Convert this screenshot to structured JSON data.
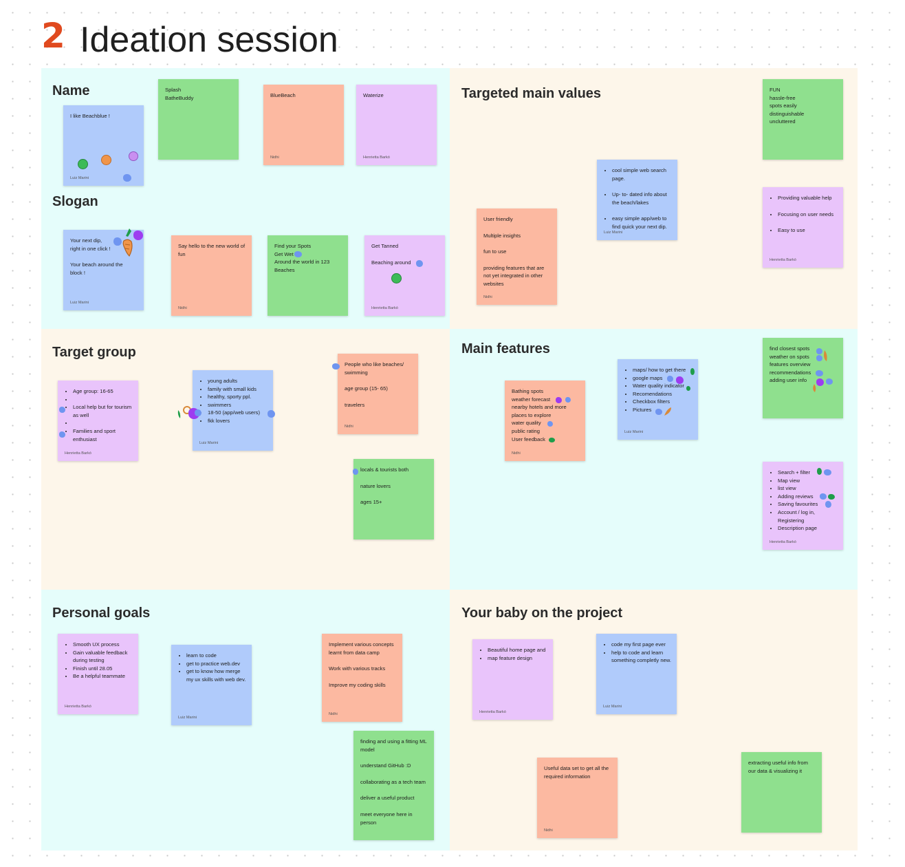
{
  "header": {
    "number": "2",
    "title": "Ideation session"
  },
  "sections": {
    "name": "Name",
    "slogan": "Slogan",
    "targeted_values": "Targeted main values",
    "target_group": "Target group",
    "main_features": "Main features",
    "personal_goals": "Personal goals",
    "baby": "Your baby on the project"
  },
  "stickies": {
    "name_beachblue": {
      "text": "I like Beachblue !",
      "author": "Luiz Marini"
    },
    "name_splash": {
      "lines": [
        "Splash",
        "BatheBuddy"
      ]
    },
    "name_bluebeach": {
      "text": "BlueBeach",
      "author": "Nidhi"
    },
    "name_waterize": {
      "text": "Waterize",
      "author": "Henrietta Barkó"
    },
    "slogan_dip": {
      "p1a": "Your next dip,",
      "p1b": "right in one click !",
      "p2": "Your beach around the block !",
      "author": "Luiz Marini"
    },
    "slogan_hello": {
      "text": "Say hello to the new world of fun",
      "author": "Nidhi"
    },
    "slogan_spots": {
      "lines": [
        "Find your Spots",
        "Get Wet",
        "Around the world in 123 Beaches"
      ]
    },
    "slogan_tanned": {
      "p1": "Get Tanned",
      "p2": "Beaching around",
      "author": "Henrietta Barkó"
    },
    "values_fun": {
      "lines": [
        "FUN",
        "hassle-free",
        "spots easily distinguishable",
        "uncluttered"
      ]
    },
    "values_web": {
      "items": [
        "cool simple web search page.",
        "Up- to- dated info about the beach/lakes",
        "easy simple app/web to find quick your next dip."
      ],
      "author": "Luiz Marini"
    },
    "values_friendly": {
      "paras": [
        "User friendly",
        "Multiple insights",
        "fun to use",
        "providing features that are not yet integrated in other websites"
      ],
      "author": "Nidhi"
    },
    "values_help": {
      "items": [
        "Providing valuable help",
        "Focusing on user needs",
        "Easy to use"
      ],
      "author": "Henrietta Barkó"
    },
    "tg_age": {
      "items": [
        "Age group: 16-65",
        "",
        "Local help but for tourism as well",
        "",
        "Families and sport enthusiast"
      ],
      "author": "Henrietta Barkó"
    },
    "tg_adults": {
      "items": [
        "young adults",
        "family with small kids",
        "healthy, sporty ppl.",
        "swimmers",
        "18-50  (app/web users)",
        "fkk lovers"
      ],
      "author": "Luiz Marini"
    },
    "tg_beaches": {
      "paras": [
        "People who like beaches/ swimming",
        "age group (15- 65)",
        "travelers"
      ],
      "author": "Nidhi"
    },
    "tg_locals": {
      "paras": [
        "locals & tourists both",
        "nature lovers",
        "ages 15+"
      ]
    },
    "mf_bathing": {
      "lines": [
        "Bathing spots",
        "weather forecast",
        "nearby hotels and more places to explore",
        "water quality",
        "public rating",
        "User feedback"
      ],
      "author": "Nidhi"
    },
    "mf_maps": {
      "items": [
        "maps/ how to get there",
        "google maps",
        "Water quality indicator",
        "Recomendations",
        "Checkbox filters",
        "Pictures"
      ],
      "author": "Luiz Marini"
    },
    "mf_closest": {
      "lines": [
        "find closest spots",
        "weather on spots",
        "features  overview",
        "recommendations",
        "adding user info"
      ]
    },
    "mf_search": {
      "items": [
        "Search + filter",
        "Map view",
        "list view",
        "Adding reviews",
        "Saving favourites",
        "Account / log in, Registering",
        "Description page"
      ],
      "author": "Henrietta Barkó"
    },
    "pg_ux": {
      "items": [
        "Smooth UX process",
        "Gain valuable feedback during testing",
        "Finish until 28.05",
        "Be a helpful teammate"
      ],
      "author": "Henrietta Barkó"
    },
    "pg_code": {
      "items": [
        "learn to code",
        "get to practice web.dev",
        "get to know how merge my ux skills with web dev."
      ],
      "author": "Luiz Marini"
    },
    "pg_implement": {
      "paras": [
        "Implement various concepts learnt from data camp",
        "Work with various tracks",
        "Improve my coding skills"
      ],
      "author": "Nidhi"
    },
    "pg_ml": {
      "paras": [
        "finding and using a fitting ML model",
        "understand GitHub :D",
        "collaborating as a tech team",
        "deliver a useful product",
        "meet everyone here in person"
      ]
    },
    "baby_home": {
      "items": [
        "Beautiful home page and",
        "map feature design"
      ],
      "author": "Henrietta Barkó"
    },
    "baby_first": {
      "items": [
        "code my first page ever",
        "help to code and learn something completly new."
      ],
      "author": "Luiz Marini"
    },
    "baby_data": {
      "text": "Useful data set to get all the required information",
      "author": "Nidhi"
    },
    "baby_extract": {
      "text": "extracting useful info from our data & visualizing it"
    }
  },
  "colors": {
    "accent_number": "#e04a1f",
    "cyan_section": "#e5fdfb",
    "cream_section": "#fdf6ea",
    "sticky_green": "#8fe08e",
    "sticky_salmon": "#fcb9a1",
    "sticky_violet": "#e9c4fb",
    "sticky_blue": "#b0cbfb",
    "vote_green": "#3dbb57",
    "vote_orange": "#f0954a",
    "vote_violet": "#c98ff0",
    "reaction_blue": "#6f95f0",
    "reaction_purple": "#9d3cf0",
    "reaction_green": "#1f9d4a",
    "reaction_orange": "#d98a3a"
  }
}
